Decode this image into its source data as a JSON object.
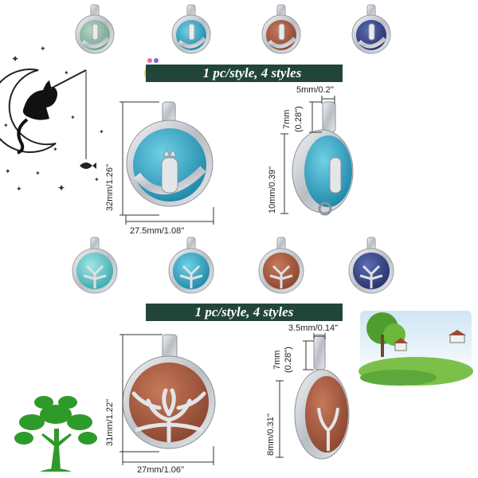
{
  "banners": {
    "top": "1 pc/style, 4 styles",
    "bottom": "1 pc/style, 4 styles"
  },
  "dimensions": {
    "cat_height": "32mm/1.26''",
    "cat_width": "27.5mm/1.08''",
    "cat_bail_width": "5mm/0.2''",
    "cat_bail_height": "7mm",
    "cat_bail_height_in": "(0.28'')",
    "cat_thickness": "10mm/0.39''",
    "tree_height": "31mm/1.22''",
    "tree_width": "27mm/1.06''",
    "tree_bail_width": "3.5mm/0.14''",
    "tree_bail_height": "7mm",
    "tree_bail_height_in": "(0.28'')",
    "tree_thickness": "8mm/0.31''"
  },
  "colors": {
    "banner": "#22453a",
    "silver": "#c9cdd2",
    "green_aventurine": "#8fb8a2",
    "turquoise": "#2fa3c3",
    "goldstone": "#a35a3e",
    "lapis": "#3b4a8e",
    "amazonite": "#5cc7c9",
    "tree_green": "#2e9a2a"
  },
  "icons": {
    "cat_moon": "cat-on-moon-fishing-icon",
    "tree": "green-tree-icon",
    "landscape": "landscape-illustration"
  }
}
